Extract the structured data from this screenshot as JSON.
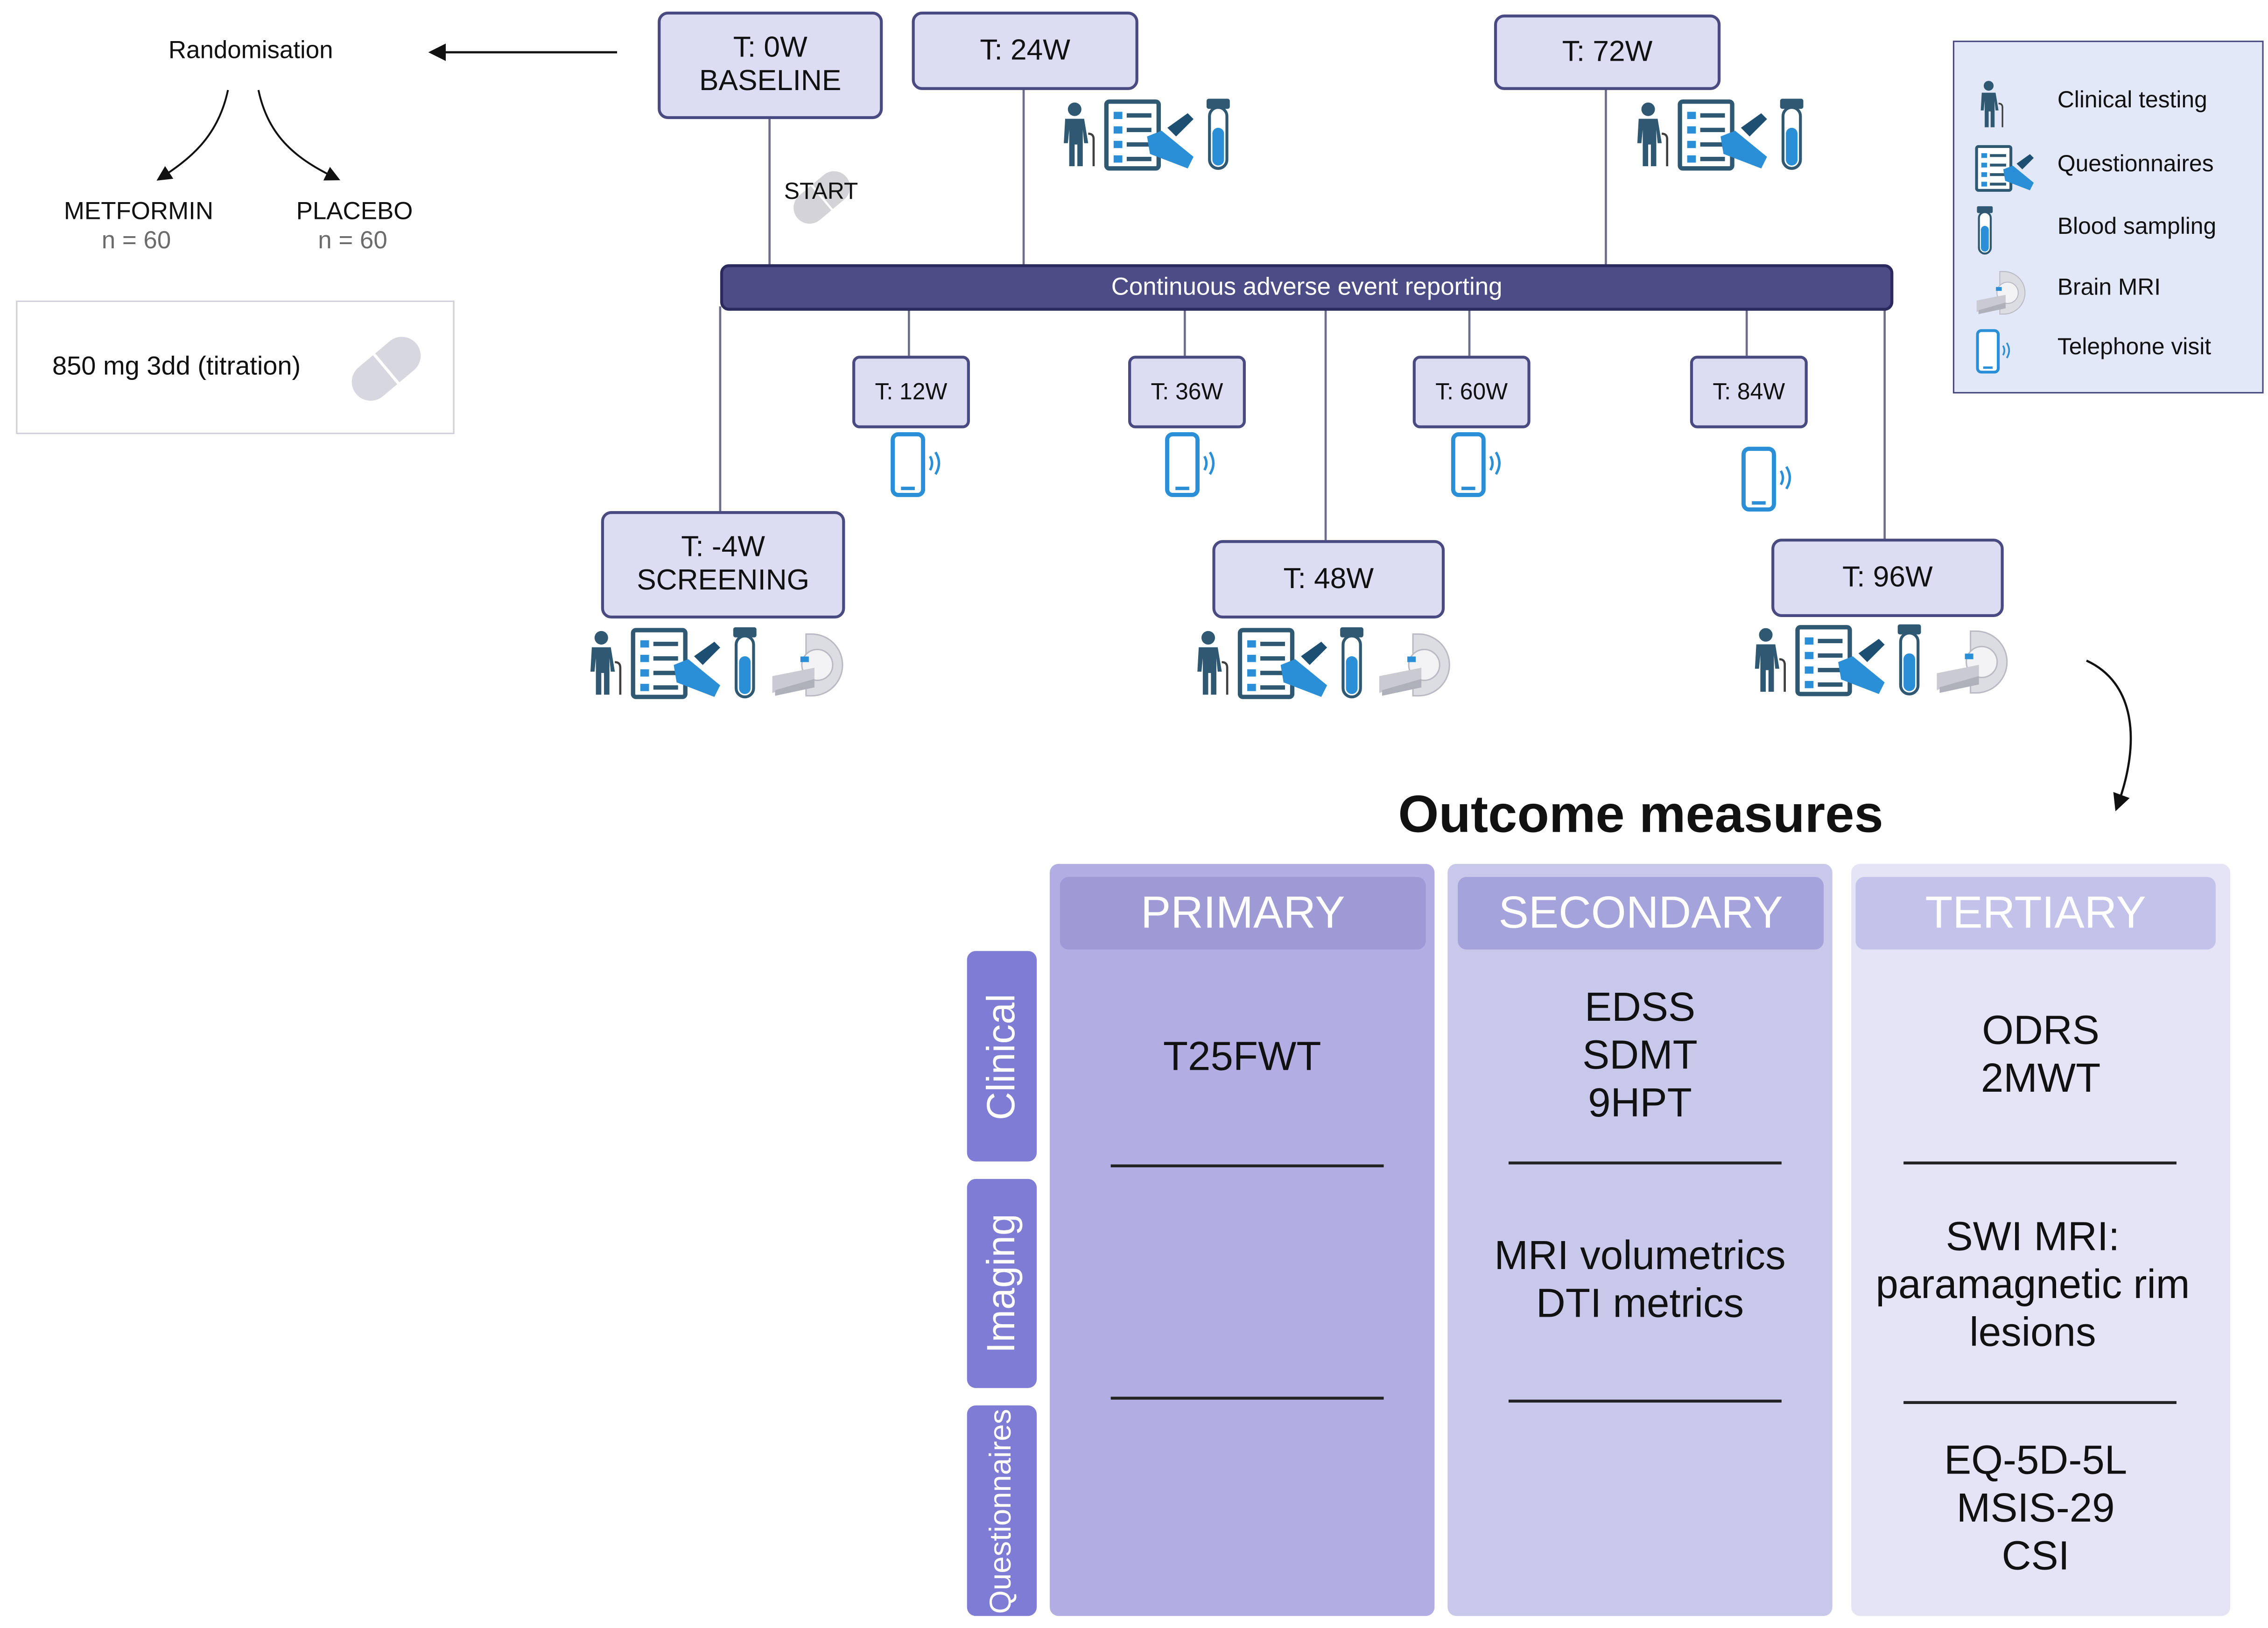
{
  "randomisation": {
    "title": "Randomisation",
    "arm1_name": "METFORMIN",
    "arm1_n": "n = 60",
    "arm2_name": "PLACEBO",
    "arm2_n": "n = 60",
    "dose": "850 mg 3dd (titration)"
  },
  "timeline": {
    "start_label": "START",
    "adverse_events": "Continuous adverse event reporting",
    "top_visits": [
      {
        "line1": "T: 0W",
        "line2": "BASELINE"
      },
      {
        "line1": "T: 24W"
      },
      {
        "line1": "T: 72W"
      }
    ],
    "phone_visits": [
      "T: 12W",
      "T: 36W",
      "T: 60W",
      "T: 84W"
    ],
    "bottom_visits": [
      {
        "line1": "T: -4W",
        "line2": "SCREENING"
      },
      {
        "line1": "T: 48W"
      },
      {
        "line1": "T: 96W"
      }
    ]
  },
  "legend": [
    {
      "icon": "clinical-testing-icon",
      "label": "Clinical testing"
    },
    {
      "icon": "questionnaire-icon",
      "label": "Questionnaires"
    },
    {
      "icon": "blood-tube-icon",
      "label": "Blood sampling"
    },
    {
      "icon": "mri-scanner-icon",
      "label": "Brain MRI"
    },
    {
      "icon": "telephone-icon",
      "label": "Telephone visit"
    }
  ],
  "outcomes": {
    "title": "Outcome measures",
    "row_labels": [
      "Clinical",
      "Imaging",
      "Questionnaires"
    ],
    "columns": [
      {
        "header": "PRIMARY",
        "clinical": [
          "T25FWT"
        ],
        "imaging": [],
        "questionnaires": []
      },
      {
        "header": "SECONDARY",
        "clinical": [
          "EDSS",
          "SDMT",
          "9HPT"
        ],
        "imaging": [
          "MRI volumetrics",
          "DTI metrics"
        ],
        "questionnaires": []
      },
      {
        "header": "TERTIARY",
        "clinical": [
          "ODRS",
          "2MWT"
        ],
        "imaging": [
          "SWI MRI:",
          "paramagnetic rim",
          "lesions"
        ],
        "questionnaires": [
          "EQ-5D-5L",
          "MSIS-29",
          "CSI"
        ]
      }
    ]
  },
  "colors": {
    "timeline_bar": "#4c4c86",
    "visit_box": "#dcdcf2",
    "icon_person": "#2f5873",
    "icon_blue": "#2b8fd8",
    "primary": "#b2aee3",
    "secondary": "#c8c8eb",
    "tertiary": "#e4e4f6",
    "row_label": "#7f7cd6"
  }
}
